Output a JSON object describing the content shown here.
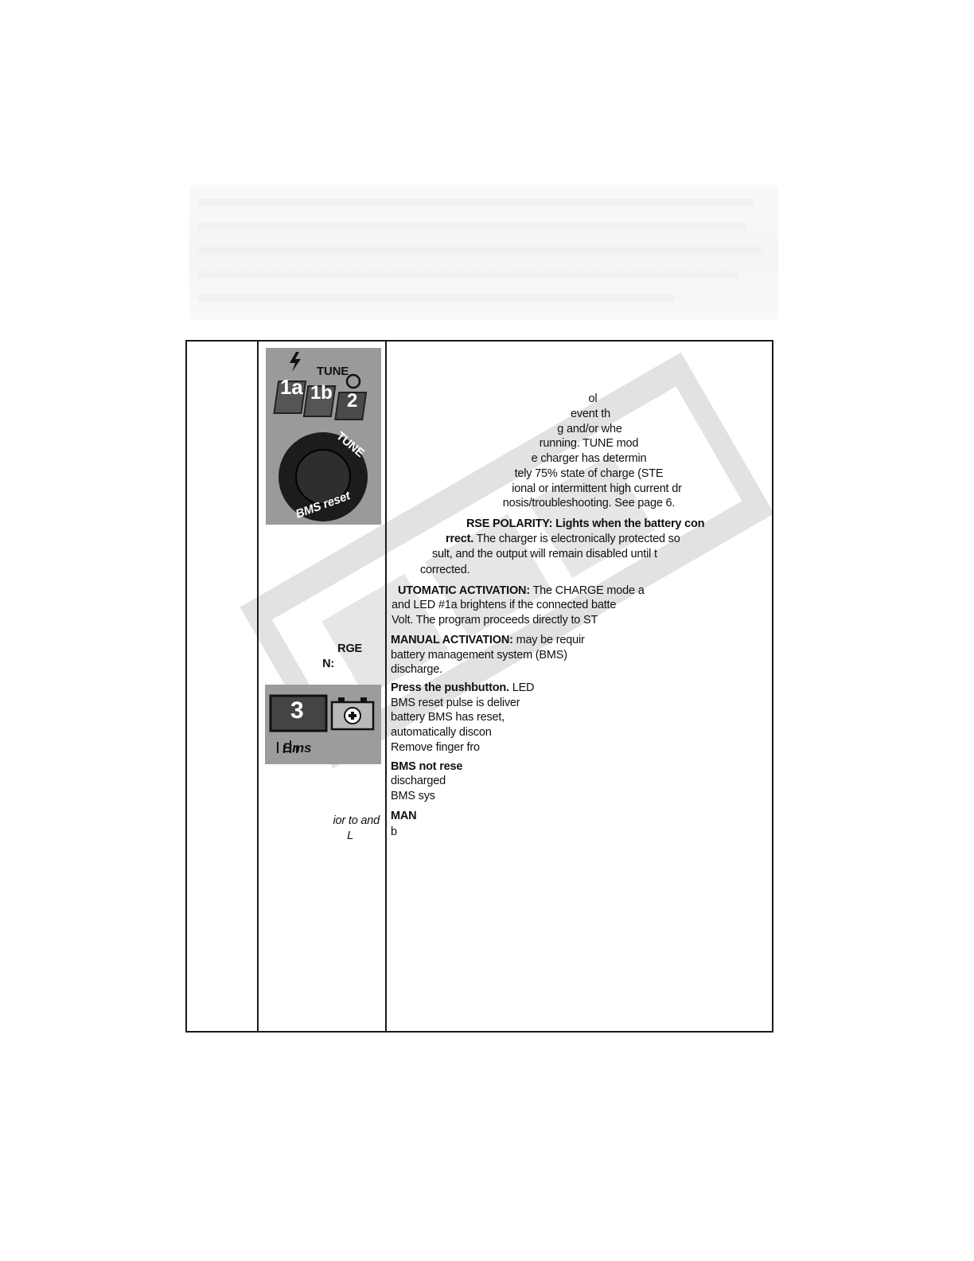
{
  "panel1": {
    "tune_label": "TUNE",
    "led_1a": "1a",
    "led_1b": "1b",
    "led_2": "2",
    "button_top_label": "TUNE",
    "button_bottom_label": "BMS reset"
  },
  "panel2": {
    "led_3": "3",
    "bms_label": "Bms"
  },
  "left_column": {
    "label_line1": "RGE",
    "label_line2": "N:",
    "note_line1": "ior to and",
    "note_line2": "L"
  },
  "tune_paragraph": [
    "ol",
    "event th",
    "g and/or whe",
    "running. TUNE mod",
    "e charger has determin",
    "tely 75% state of charge (STE",
    "ional or intermittent high current dr",
    "nosis/troubleshooting. See page 6."
  ],
  "reverse_polarity": {
    "heading": "RSE POLARITY: Lights when the battery con",
    "line2_bold": "rrect.",
    "line2_rest": " The charger is electronically protected so",
    "line3": "sult, and the output will remain disabled until t",
    "line4": "corrected."
  },
  "automatic_activation": {
    "heading": "UTOMATIC ACTIVATION:",
    "line1_rest": " The CHARGE mode a",
    "line2": "and LED #1a brightens if the connected batte",
    "line3": "Volt. The program proceeds directly to ST"
  },
  "manual_activation": {
    "heading": "MANUAL ACTIVATION:",
    "line1_rest": " may be requir",
    "line2": "battery management system (BMS)",
    "line3": "discharge."
  },
  "press_pushbutton": {
    "heading": "Press the pushbutton.",
    "line1_rest": " LED",
    "line2": "BMS reset pulse is deliver",
    "line3": "battery BMS has reset,",
    "line4": "automatically discon",
    "line5": "Remove finger fro"
  },
  "bms_not_reset": {
    "heading": "BMS not rese",
    "line2": "discharged",
    "line3": "BMS sys"
  },
  "manual_tail": {
    "heading": "MAN",
    "line2": "b"
  },
  "colors": {
    "border": "#1a1a1a",
    "panel_gray": "#9a9a9a",
    "led_green": "#3a3a3a",
    "watermark": "#d9d9d9"
  }
}
